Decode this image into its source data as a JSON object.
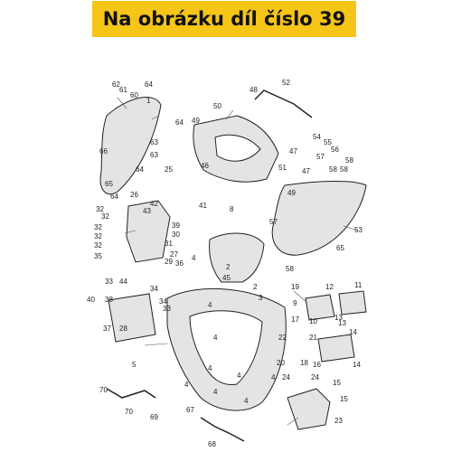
{
  "title": "Na obrázku díl číslo 39",
  "colors": {
    "banner": "#f5c518",
    "ink": "#222222",
    "part_fill": "#e4e4e6"
  },
  "callouts": [
    "62",
    "61",
    "60",
    "64",
    "1",
    "64",
    "63",
    "63",
    "66",
    "64",
    "65",
    "64",
    "26",
    "25",
    "42",
    "43",
    "39",
    "30",
    "32",
    "32",
    "32",
    "32",
    "32",
    "35",
    "31",
    "27",
    "29",
    "36",
    "41",
    "8",
    "33",
    "44",
    "34",
    "34",
    "33",
    "40",
    "38",
    "28",
    "37",
    "4",
    "5",
    "70",
    "70",
    "69",
    "48",
    "52",
    "50",
    "49",
    "46",
    "47",
    "51",
    "47",
    "49",
    "54",
    "55",
    "56",
    "57",
    "58",
    "58",
    "58",
    "2",
    "3",
    "45",
    "4",
    "4",
    "4",
    "4",
    "4",
    "53",
    "65",
    "58",
    "57",
    "11",
    "19",
    "12",
    "9",
    "17",
    "10",
    "13",
    "13",
    "21",
    "22",
    "20",
    "18",
    "16",
    "14",
    "14",
    "24",
    "24",
    "15",
    "15",
    "23",
    "4",
    "67",
    "68",
    "2",
    "4",
    "4"
  ]
}
